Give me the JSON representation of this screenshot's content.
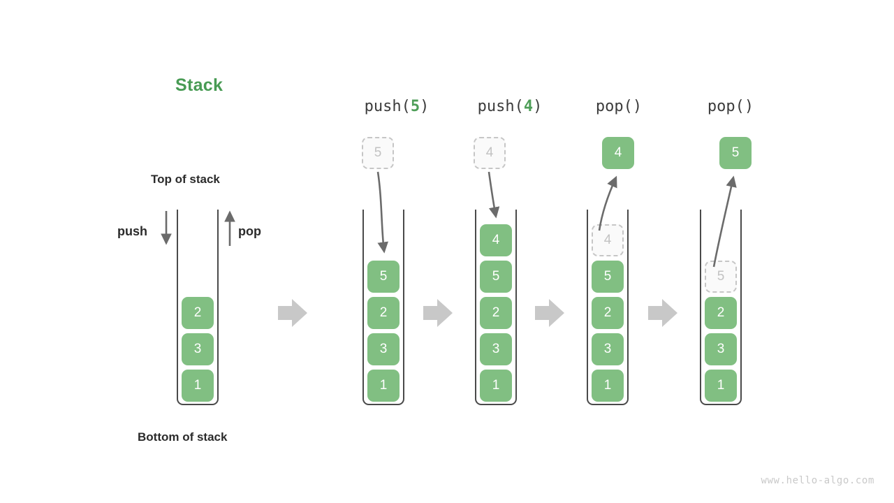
{
  "title": "Stack",
  "labels": {
    "top_of_stack": "Top of stack",
    "bottom_of_stack": "Bottom of stack",
    "push": "push",
    "pop": "pop"
  },
  "colors": {
    "element_fill": "#81bf82",
    "element_text": "#ffffff",
    "ghost_fill": "#fafafa",
    "ghost_border": "#c6c6c6",
    "ghost_text": "#c2c2c2",
    "title_green": "#489b54",
    "container_stroke": "#4a4a4a",
    "flow_arrow": "#c8c8c8",
    "op_arrow": "#6b6b6b",
    "text": "#2b2b2b",
    "watermark": "#c9c9c9"
  },
  "watermark": "www.hello-algo.com",
  "steps": [
    {
      "id": "initial",
      "caption": null,
      "caption_arg": null,
      "stack_top_to_bottom": [
        "2",
        "3",
        "1"
      ],
      "ghost_in_stack": null,
      "incoming_value": null,
      "outgoing_value": null
    },
    {
      "id": "push-5",
      "caption_prefix": "push(",
      "caption_arg": "5",
      "caption_suffix": ")",
      "stack_top_to_bottom": [
        "5",
        "2",
        "3",
        "1"
      ],
      "ghost_in_stack": null,
      "incoming_value": "5",
      "outgoing_value": null
    },
    {
      "id": "push-4",
      "caption_prefix": "push(",
      "caption_arg": "4",
      "caption_suffix": ")",
      "stack_top_to_bottom": [
        "4",
        "5",
        "2",
        "3",
        "1"
      ],
      "ghost_in_stack": null,
      "incoming_value": "4",
      "outgoing_value": null
    },
    {
      "id": "pop-1",
      "caption_prefix": "pop(",
      "caption_arg": "",
      "caption_suffix": ")",
      "stack_top_to_bottom": [
        "5",
        "2",
        "3",
        "1"
      ],
      "ghost_in_stack": "4",
      "incoming_value": null,
      "outgoing_value": "4"
    },
    {
      "id": "pop-2",
      "caption_prefix": "pop(",
      "caption_arg": "",
      "caption_suffix": ")",
      "stack_top_to_bottom": [
        "2",
        "3",
        "1"
      ],
      "ghost_in_stack": "5",
      "incoming_value": null,
      "outgoing_value": "5"
    }
  ],
  "captions": {
    "step1": "push(5)",
    "step2": "push(4)",
    "step3": "pop()",
    "step4": "pop()"
  },
  "cells": {
    "s0": [
      "2",
      "3",
      "1"
    ],
    "s1": [
      "5",
      "2",
      "3",
      "1"
    ],
    "s2": [
      "4",
      "5",
      "2",
      "3",
      "1"
    ],
    "s3_ghost": "4",
    "s3": [
      "5",
      "2",
      "3",
      "1"
    ],
    "s3_out": "4",
    "s4_ghost": "5",
    "s4": [
      "2",
      "3",
      "1"
    ],
    "s4_out": "5",
    "s1_in": "5",
    "s2_in": "4"
  }
}
